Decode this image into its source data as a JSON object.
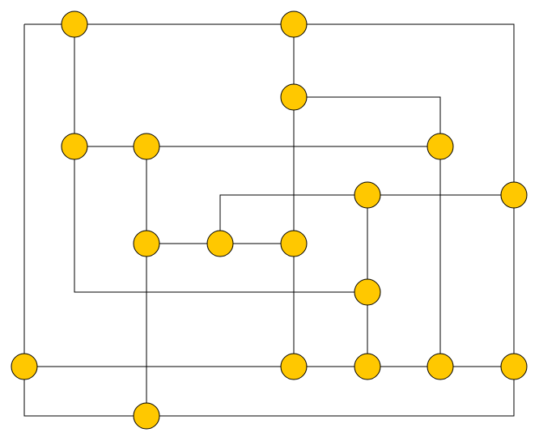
{
  "diagram": {
    "type": "graph",
    "node_color": "#FFC800",
    "edge_color": "#000000",
    "background": "#FFFFFF",
    "nodes": [
      {
        "id": "n1"
      },
      {
        "id": "n2"
      },
      {
        "id": "n3"
      },
      {
        "id": "n4"
      },
      {
        "id": "n5"
      },
      {
        "id": "n6"
      },
      {
        "id": "n7"
      },
      {
        "id": "n8"
      },
      {
        "id": "n9"
      },
      {
        "id": "n10"
      },
      {
        "id": "n11"
      },
      {
        "id": "n12"
      },
      {
        "id": "n13"
      },
      {
        "id": "n14"
      },
      {
        "id": "n15"
      },
      {
        "id": "n16"
      },
      {
        "id": "n17"
      },
      {
        "id": "n18"
      },
      {
        "id": "n19"
      }
    ],
    "edges": [
      [
        "n1",
        "n2"
      ],
      [
        "n2",
        "n16"
      ],
      [
        "n1",
        "n14"
      ],
      [
        "n14",
        "n19"
      ],
      [
        "n1",
        "n4"
      ],
      [
        "n2",
        "n3"
      ],
      [
        "n3",
        "n6"
      ],
      [
        "n3",
        "n7"
      ],
      [
        "n4",
        "n5"
      ],
      [
        "n5",
        "n7"
      ],
      [
        "n4",
        "n12"
      ],
      [
        "n5",
        "n9"
      ],
      [
        "n9",
        "n19"
      ],
      [
        "n9",
        "n10"
      ],
      [
        "n10",
        "n11"
      ],
      [
        "n7",
        "n17"
      ],
      [
        "n8",
        "n16"
      ],
      [
        "n8",
        "n10"
      ],
      [
        "n8",
        "n13"
      ],
      [
        "n13",
        "n12"
      ],
      [
        "n11",
        "n15"
      ],
      [
        "n14",
        "n15"
      ],
      [
        "n15",
        "n12"
      ],
      [
        "n12",
        "n17"
      ],
      [
        "n17",
        "n18"
      ],
      [
        "n18",
        "n16"
      ],
      [
        "n18",
        "n19"
      ],
      [
        "n11",
        "n6"
      ]
    ]
  }
}
